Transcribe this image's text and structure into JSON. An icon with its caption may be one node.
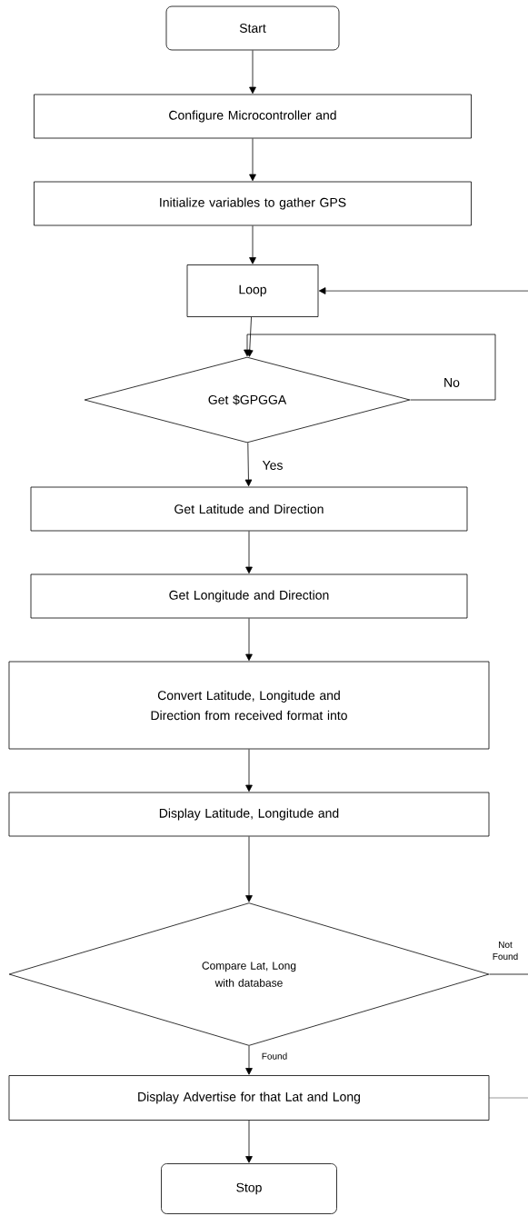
{
  "diagram": {
    "nodes": [
      {
        "text": [
          "Start"
        ]
      },
      {
        "text": [
          "Configure Microcontroller and"
        ]
      },
      {
        "text": [
          "Initialize variables to gather GPS"
        ]
      },
      {
        "text": [
          "Loop"
        ]
      },
      {
        "text": [
          "Get $GPGGA"
        ]
      },
      {
        "text": [
          "Get Latitude and Direction"
        ]
      },
      {
        "text": [
          "Get Longitude and Direction"
        ]
      },
      {
        "text": [
          "Convert Latitude, Longitude and Direction from received format into"
        ]
      },
      {
        "text": [
          "Display Latitude, Longitude and"
        ]
      },
      {
        "text": [
          "Compare Lat, Long with database"
        ]
      },
      {
        "text": [
          "Display Advertise for that Lat and Long"
        ]
      },
      {
        "text": [
          "Stop"
        ]
      }
    ],
    "edges": [
      {
        "from": 0,
        "to": 1,
        "arrow": "to"
      },
      {
        "from": 1,
        "to": 2,
        "arrow": "to"
      },
      {
        "from": 2,
        "to": 3,
        "arrow": "to"
      },
      {
        "from": 3,
        "to": 4,
        "arrow": "to"
      },
      {
        "from": 4,
        "to": 4,
        "arrow": "to",
        "label": "No"
      },
      {
        "from": 4,
        "to": 5,
        "arrow": "to",
        "label": "Yes"
      },
      {
        "from": 5,
        "to": 6,
        "arrow": "to"
      },
      {
        "from": 6,
        "to": 7,
        "arrow": "to"
      },
      {
        "from": 7,
        "to": 8,
        "arrow": "to"
      },
      {
        "from": 8,
        "to": 9,
        "arrow": "to"
      },
      {
        "from": 9,
        "to": null,
        "arrow": "none",
        "label": "Not Found"
      },
      {
        "from": 9,
        "to": 10,
        "arrow": "to",
        "label": "Found"
      },
      {
        "from": 10,
        "to": null,
        "arrow": "none"
      },
      {
        "from": null,
        "to": 3,
        "arrow": "to"
      },
      {
        "from": 10,
        "to": 11,
        "arrow": "to"
      }
    ]
  }
}
